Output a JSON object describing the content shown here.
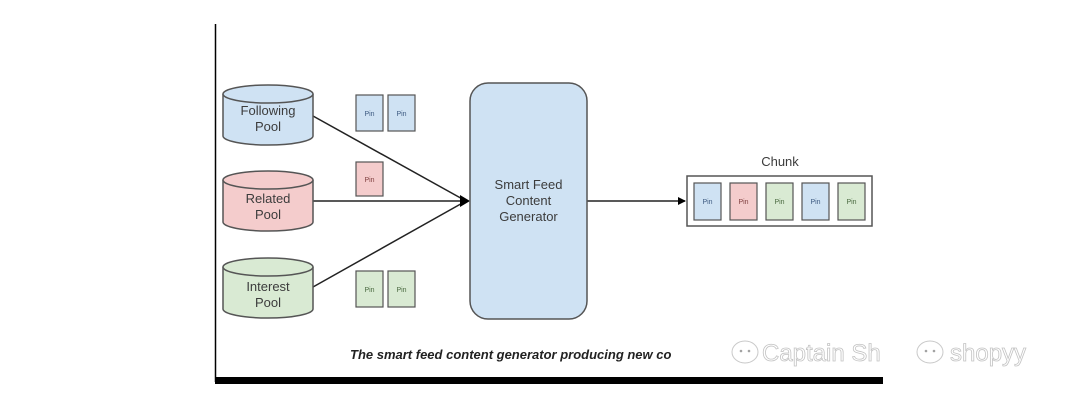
{
  "diagram": {
    "pools": [
      {
        "id": "following",
        "line1": "Following",
        "line2": "Pool",
        "color": "#cfe2f3",
        "pins": [
          "Pin",
          "Pin"
        ]
      },
      {
        "id": "related",
        "line1": "Related",
        "line2": "Pool",
        "color": "#f4cccc",
        "pins": [
          "Pin"
        ]
      },
      {
        "id": "interest",
        "line1": "Interest",
        "line2": "Pool",
        "color": "#d9ead3",
        "pins": [
          "Pin",
          "Pin"
        ]
      }
    ],
    "generator": {
      "line1": "Smart Feed",
      "line2": "Content",
      "line3": "Generator",
      "color": "#cfe2f3"
    },
    "chunk": {
      "title": "Chunk",
      "pins": [
        {
          "label": "Pin",
          "color": "#cfe2f3"
        },
        {
          "label": "Pin",
          "color": "#f4cccc"
        },
        {
          "label": "Pin",
          "color": "#d9ead3"
        },
        {
          "label": "Pin",
          "color": "#cfe2f3"
        },
        {
          "label": "Pin",
          "color": "#d9ead3"
        }
      ]
    },
    "caption": "The smart feed content generator producing new co",
    "watermark": {
      "text1": "Captain Sh",
      "text2": "shopyy"
    }
  }
}
